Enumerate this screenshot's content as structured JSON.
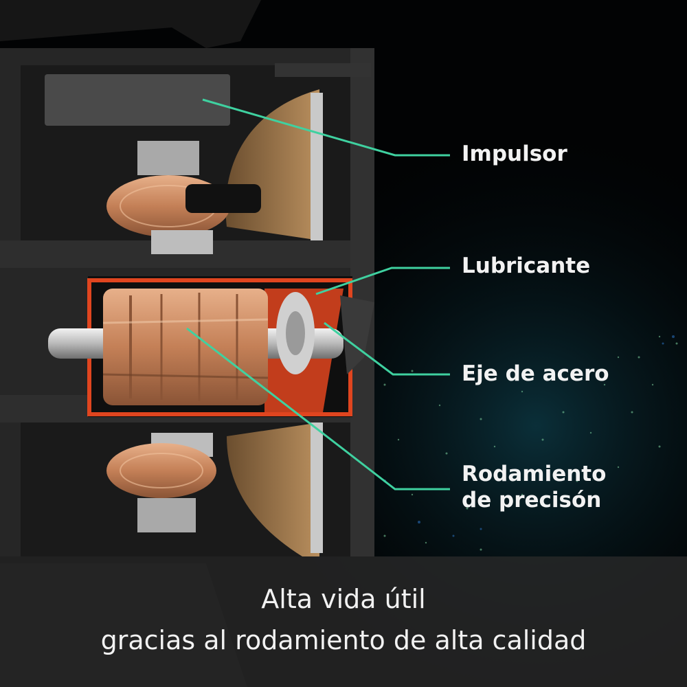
{
  "labels": {
    "impulsor": "Impulsor",
    "lubricante": "Lubricante",
    "eje": "Eje de acero",
    "rodamiento_line1": "Rodamiento",
    "rodamiento_line2": "de precisón"
  },
  "caption": {
    "line1": "Alta vida útil",
    "line2": "gracias al rodamiento de alta calidad"
  },
  "colors": {
    "background": "#020304",
    "housing": "#2a2a2a",
    "copper": "#c98a5e",
    "lubricant": "#e0451f",
    "leader_line": "#3fd1a0",
    "caption_bar": "#3a3a3a",
    "text": "#f2f2f2"
  }
}
